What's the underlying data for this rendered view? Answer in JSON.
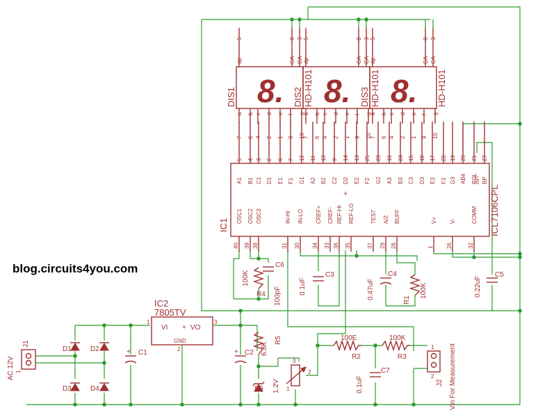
{
  "watermark": "blog.circuits4you.com",
  "ic1": {
    "ref": "IC1",
    "part": "ICL7106CPL",
    "top_pins": [
      {
        "num": "5",
        "name": "A1"
      },
      {
        "num": "4",
        "name": "B1"
      },
      {
        "num": "3",
        "name": "C1"
      },
      {
        "num": "2",
        "name": "D1"
      },
      {
        "num": "6",
        "name": "E1"
      },
      {
        "num": "7",
        "name": "F1"
      },
      {
        "num": "12",
        "name": "G1"
      },
      {
        "num": "11",
        "name": "A2"
      },
      {
        "num": "10",
        "name": "B2"
      },
      {
        "num": "9",
        "name": "C2"
      },
      {
        "num": "14",
        "name": "D2"
      },
      {
        "num": "13",
        "name": "E2"
      },
      {
        "num": "25",
        "name": "F2"
      },
      {
        "num": "23",
        "name": "G2"
      },
      {
        "num": "16",
        "name": "A3"
      },
      {
        "num": "24",
        "name": "B3"
      },
      {
        "num": "15",
        "name": "C3"
      },
      {
        "num": "18",
        "name": "D3"
      },
      {
        "num": "17",
        "name": "E3"
      },
      {
        "num": "22",
        "name": "F3"
      },
      {
        "num": "19",
        "name": "G3"
      },
      {
        "num": "20",
        "name": "AB4"
      },
      {
        "num": "21",
        "name": "POL"
      },
      {
        "num": "27",
        "name": "BP"
      },
      {
        "num": "",
        "name": "INT"
      }
    ],
    "bottom_pins": [
      {
        "num": "40",
        "name": "OSC1"
      },
      {
        "num": "39",
        "name": "OSC2"
      },
      {
        "num": "38",
        "name": "OSC3"
      },
      {
        "num": "31",
        "name": "IN-HI"
      },
      {
        "num": "30",
        "name": "IN-LO"
      },
      {
        "num": "34",
        "name": "CREF+"
      },
      {
        "num": "33",
        "name": "CREF-"
      },
      {
        "num": "36",
        "name": "REF-HI"
      },
      {
        "num": "35",
        "name": "REF-LO"
      },
      {
        "num": "37",
        "name": "TEST"
      },
      {
        "num": "29",
        "name": "A/Z"
      },
      {
        "num": "28",
        "name": "BUFF"
      },
      {
        "num": "1",
        "name": "V+"
      },
      {
        "num": "26",
        "name": "V-"
      },
      {
        "num": "32",
        "name": "COMM"
      }
    ],
    "plus_mark": "+"
  },
  "displays": [
    {
      "ref": "DIS1",
      "part": "HD-H101",
      "digit": "8."
    },
    {
      "ref": "DIS2",
      "part": "HD-H101",
      "digit": "8."
    },
    {
      "ref": "DIS3",
      "part": "HD-H101",
      "digit": "8."
    }
  ],
  "display_pins": {
    "top_names": [
      "dp",
      "CA",
      "CA"
    ],
    "top_nums": [
      "5",
      "8",
      "3"
    ],
    "bottom_names": [
      "a",
      "b",
      "c",
      "d",
      "e",
      "f",
      "g"
    ],
    "bottom_nums": [
      "7",
      "6",
      "4",
      "2",
      "1",
      "9",
      "10"
    ]
  },
  "components": {
    "ic2_ref": "IC2",
    "ic2_part": "7805TV",
    "ic2_vi": "VI",
    "ic2_vo": "VO",
    "ic2_gnd": "GND",
    "ic2_plus": "+",
    "ic2_pin1": "1",
    "ic2_pin2": "2",
    "ic2_pin3": "3",
    "j1_ref": "J1",
    "j1_label": "AC 12V",
    "j2_ref": "J2",
    "j2_label": "Vin For Measurement",
    "pin_one": "1",
    "pin_two": "2",
    "d1": "D1",
    "d2": "D2",
    "d3": "D3",
    "d4": "D4",
    "c1": "C1",
    "c2": "C2",
    "c3": "C3",
    "c4": "C4",
    "c5": "C5",
    "c6": "C6",
    "c7": "C7",
    "d5": "D5",
    "d5_val": "1.2V",
    "r1": "R1",
    "r1_val": "100K",
    "r2": "R2",
    "r2_val": "100E",
    "r3": "R3",
    "r3_val": "100K",
    "r4": "R4",
    "r4_val": "100K",
    "r5": "R5",
    "r5_val": "6.8K",
    "c6_val": "100pF",
    "c3_val": "0.1uF",
    "c4_val": "0.47uF",
    "c5_val": "0.22uF",
    "c7_val": "0.1uF",
    "pot_pin1": "1",
    "pot_pin2": "2",
    "pot_pin3": "3",
    "plus": "+"
  }
}
